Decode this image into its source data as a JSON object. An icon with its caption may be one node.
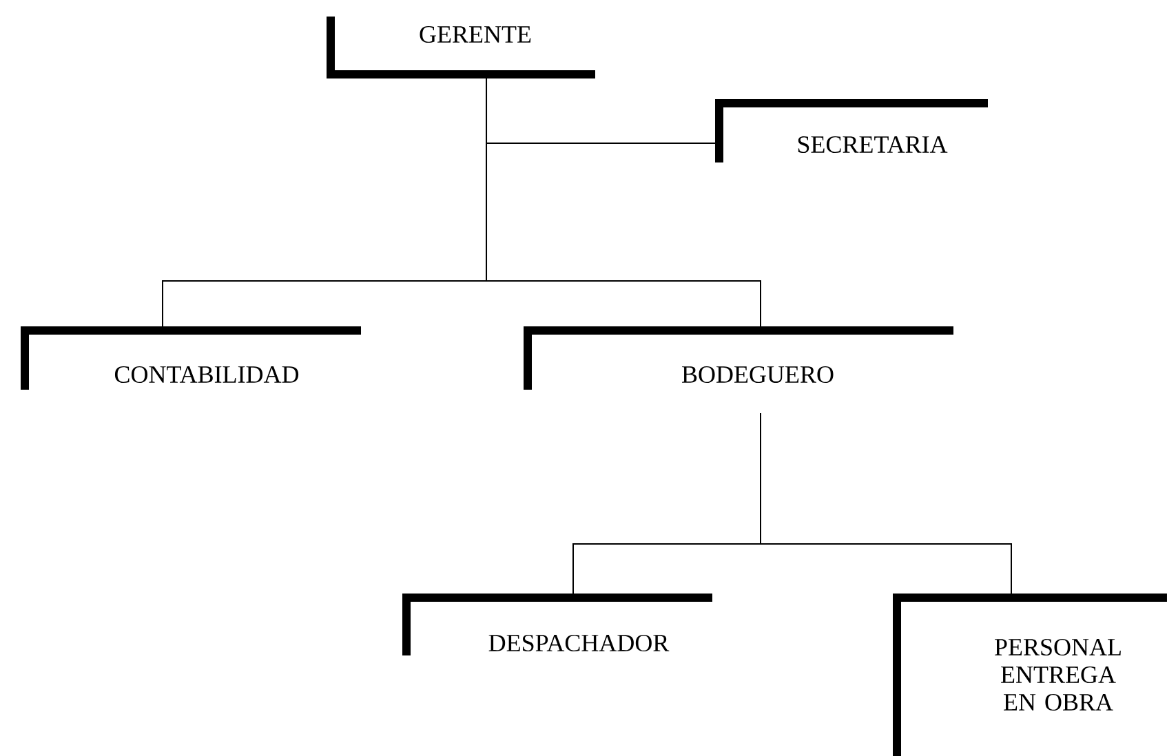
{
  "diagram": {
    "nodes": [
      {
        "text": [
          "GERENTE"
        ]
      },
      {
        "text": [
          "SECRETARIA"
        ]
      },
      {
        "text": [
          "CONTABILIDAD"
        ]
      },
      {
        "text": [
          "BODEGUERO"
        ]
      },
      {
        "text": [
          "DESPACHADOR"
        ]
      },
      {
        "text": [
          "PERSONAL ENTREGA EN OBRA"
        ]
      }
    ],
    "edges": [
      {
        "from": 0,
        "to": 1,
        "arrow": "none"
      },
      {
        "from": 0,
        "to": 2,
        "arrow": "none"
      },
      {
        "from": 0,
        "to": 3,
        "arrow": "none"
      },
      {
        "from": 3,
        "to": 4,
        "arrow": "none"
      },
      {
        "from": 3,
        "to": 5,
        "arrow": "none"
      }
    ]
  }
}
